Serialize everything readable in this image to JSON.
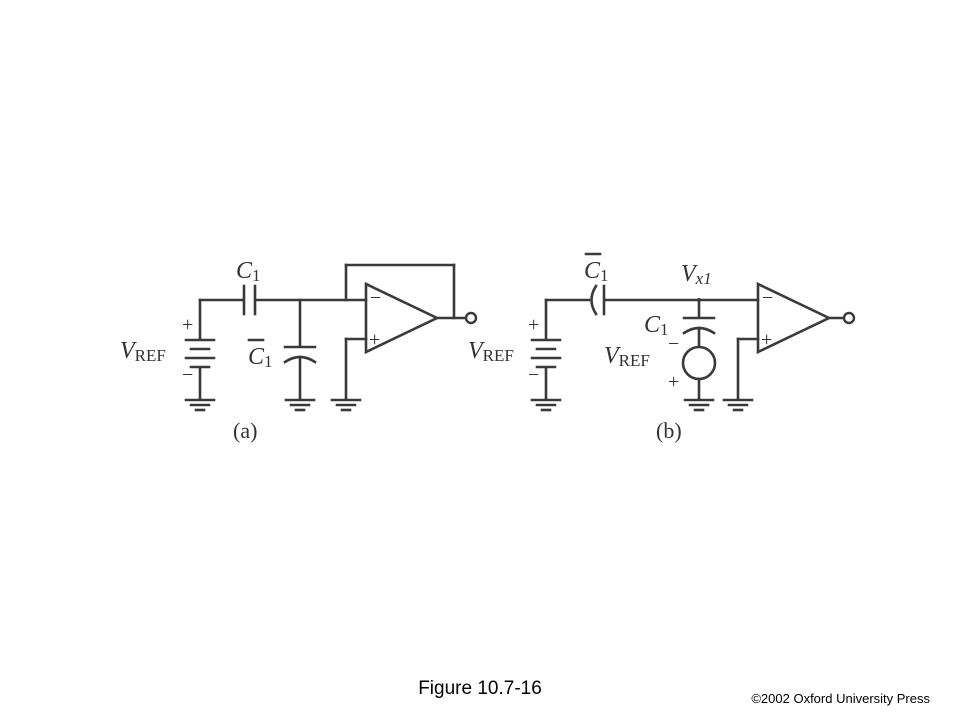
{
  "figure": {
    "caption": "Figure 10.7-16",
    "copyright": "©2002 Oxford University Press"
  },
  "circuit_a": {
    "sub_label": "(a)",
    "cap_series_letter": "C",
    "cap_series_sub": "1",
    "cap_shunt_letter": "C",
    "cap_shunt_sub": "1",
    "vref_letter": "V",
    "vref_sub": "REF",
    "plus": "+",
    "minus": "−",
    "opamp_minus": "−",
    "opamp_plus": "+"
  },
  "circuit_b": {
    "sub_label": "(b)",
    "cap_series_letter": "C",
    "cap_series_sub": "1",
    "node_letter": "V",
    "node_sub": "x1",
    "cap_shunt_letter": "C",
    "cap_shunt_sub": "1",
    "vref_left_letter": "V",
    "vref_left_sub": "REF",
    "vref_mid_letter": "V",
    "vref_mid_sub": "REF",
    "plus": "+",
    "minus": "−",
    "src_minus": "−",
    "src_plus": "+",
    "opamp_minus": "−",
    "opamp_plus": "+"
  }
}
